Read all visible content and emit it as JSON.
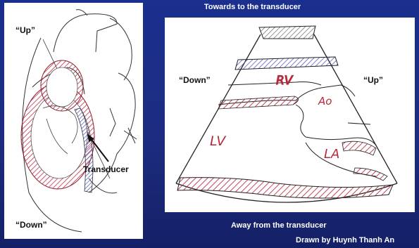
{
  "top_caption": "Towards to the transducer",
  "bottom_caption": "Away from the transducer",
  "credit": "Drawn by Huynh Thanh An",
  "left_panel": {
    "up_label": "“Up”",
    "down_label": "“Down”",
    "transducer_label": "Transducer"
  },
  "right_panel": {
    "down_label": "“Down”",
    "up_label": "“Up”",
    "rv_label": "RV",
    "ao_label": "Ao",
    "lv_label": "LV",
    "la_label": "LA"
  },
  "colors": {
    "background": "#1d2c80",
    "hatch_red": "#c0304a",
    "hatch_blue": "#5a5fc0",
    "handwriting": "#b52a3a"
  }
}
